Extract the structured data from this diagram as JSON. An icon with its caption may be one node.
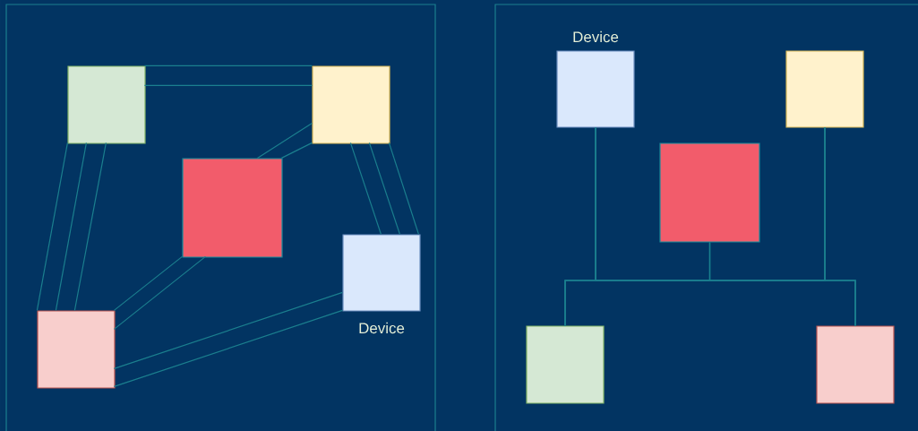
{
  "diagram": {
    "nodes": [
      {
        "text": [],
        "shape": "box"
      },
      {
        "text": [],
        "shape": "box"
      },
      {
        "text": [],
        "shape": "box"
      },
      {
        "text": [],
        "shape": "box",
        "beside": [
          "Device"
        ]
      },
      {
        "text": [],
        "shape": "box"
      },
      {
        "text": [],
        "shape": "box",
        "beside": [
          "Device"
        ]
      },
      {
        "text": [],
        "shape": "box"
      },
      {
        "text": [],
        "shape": "box"
      },
      {
        "text": [],
        "shape": "box"
      },
      {
        "text": [],
        "shape": "box"
      }
    ],
    "edges": [
      {
        "from": 0,
        "to": 1,
        "arrow": "none"
      },
      {
        "from": 0,
        "to": 1,
        "arrow": "none"
      },
      {
        "from": 0,
        "to": 4,
        "arrow": "none"
      },
      {
        "from": 0,
        "to": 4,
        "arrow": "none"
      },
      {
        "from": 0,
        "to": 4,
        "arrow": "none"
      },
      {
        "from": 1,
        "to": 2,
        "arrow": "none"
      },
      {
        "from": 1,
        "to": 2,
        "arrow": "none"
      },
      {
        "from": 1,
        "to": 3,
        "arrow": "none"
      },
      {
        "from": 1,
        "to": 3,
        "arrow": "none"
      },
      {
        "from": 1,
        "to": 3,
        "arrow": "none"
      },
      {
        "from": 2,
        "to": 4,
        "arrow": "none"
      },
      {
        "from": 2,
        "to": 4,
        "arrow": "none"
      },
      {
        "from": 4,
        "to": 3,
        "arrow": "none"
      },
      {
        "from": 4,
        "to": 3,
        "arrow": "none"
      },
      {
        "from": 5,
        "to": 6,
        "arrow": "none"
      },
      {
        "from": 5,
        "to": 7,
        "arrow": "none"
      },
      {
        "from": 5,
        "to": 8,
        "arrow": "none"
      },
      {
        "from": 5,
        "to": 9,
        "arrow": "none"
      },
      {
        "from": 7,
        "to": 6,
        "arrow": "none"
      },
      {
        "from": 7,
        "to": 8,
        "arrow": "none"
      },
      {
        "from": 7,
        "to": 9,
        "arrow": "none"
      },
      {
        "from": 6,
        "to": 8,
        "arrow": "none"
      },
      {
        "from": 6,
        "to": 9,
        "arrow": "none"
      },
      {
        "from": 8,
        "to": 9,
        "arrow": "none"
      }
    ]
  }
}
